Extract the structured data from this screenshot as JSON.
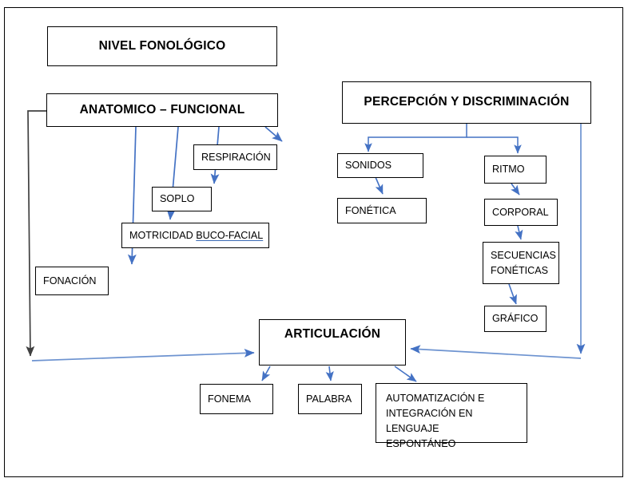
{
  "document": {
    "title": "NIVEL FONOLÓGICO",
    "frame_border_color": "#000000",
    "background": "#ffffff"
  },
  "palette": {
    "box_border": "#000000",
    "arrow_blue": "#4472C4",
    "arrow_dark": "#404040",
    "underline_blue": "#3B6BB5",
    "text": "#000000"
  },
  "nodes": {
    "title": {
      "label": "NIVEL FONOLÓGICO"
    },
    "anatomico": {
      "label": "ANATOMICO – FUNCIONAL"
    },
    "percepcion": {
      "label": "PERCEPCIÓN Y DISCRIMINACIÓN"
    },
    "respiracion": {
      "label": "RESPIRACIÓN"
    },
    "soplo": {
      "label": "SOPLO"
    },
    "motricidad": {
      "label_prefix": "MOTRICIDAD ",
      "label_underlined": "BUCO-FACIAL"
    },
    "fonacion": {
      "label": "FONACIÓN"
    },
    "sonidos": {
      "label": "SONIDOS"
    },
    "fonetica": {
      "label": "FONÉTICA"
    },
    "ritmo": {
      "label": "RITMO"
    },
    "corporal": {
      "label": "CORPORAL"
    },
    "secuencias": {
      "label": "SECUENCIAS\nFONÉTICAS",
      "line1": "SECUENCIAS",
      "line2": "FONÉTICAS"
    },
    "grafico": {
      "label": "GRÁFICO"
    },
    "articulacion": {
      "label": "ARTICULACIÓN"
    },
    "fonema": {
      "label": "FONEMA"
    },
    "palabra": {
      "label": "PALABRA"
    },
    "automatizacion": {
      "line1": "AUTOMATIZACIÓN E",
      "line2": "INTEGRACIÓN EN LENGUAJE",
      "line3": "ESPONTÁNEO"
    }
  },
  "connections": [
    {
      "from": "anatomico",
      "to": "fonacion",
      "style": "blue-arrow"
    },
    {
      "from": "anatomico",
      "to": "motricidad",
      "style": "blue-arrow"
    },
    {
      "from": "anatomico",
      "to": "soplo",
      "style": "blue-arrow"
    },
    {
      "from": "anatomico",
      "to": "respiracion",
      "style": "blue-arrow"
    },
    {
      "from": "anatomico",
      "to": "articulacion",
      "style": "dark-elbow-arrow"
    },
    {
      "from": "percepcion",
      "to": "sonidos",
      "style": "blue-arrow"
    },
    {
      "from": "percepcion",
      "to": "ritmo",
      "style": "blue-arrow"
    },
    {
      "from": "sonidos",
      "to": "fonetica",
      "style": "blue-arrow"
    },
    {
      "from": "ritmo",
      "to": "corporal",
      "style": "blue-arrow"
    },
    {
      "from": "corporal",
      "to": "secuencias",
      "style": "blue-arrow"
    },
    {
      "from": "secuencias",
      "to": "grafico",
      "style": "blue-arrow"
    },
    {
      "from": "percepcion",
      "to": "articulacion",
      "style": "blue-elbow-arrow"
    },
    {
      "from": "articulacion",
      "to": "fonema",
      "style": "blue-arrow"
    },
    {
      "from": "articulacion",
      "to": "palabra",
      "style": "blue-arrow"
    },
    {
      "from": "articulacion",
      "to": "automatizacion",
      "style": "blue-arrow"
    }
  ]
}
